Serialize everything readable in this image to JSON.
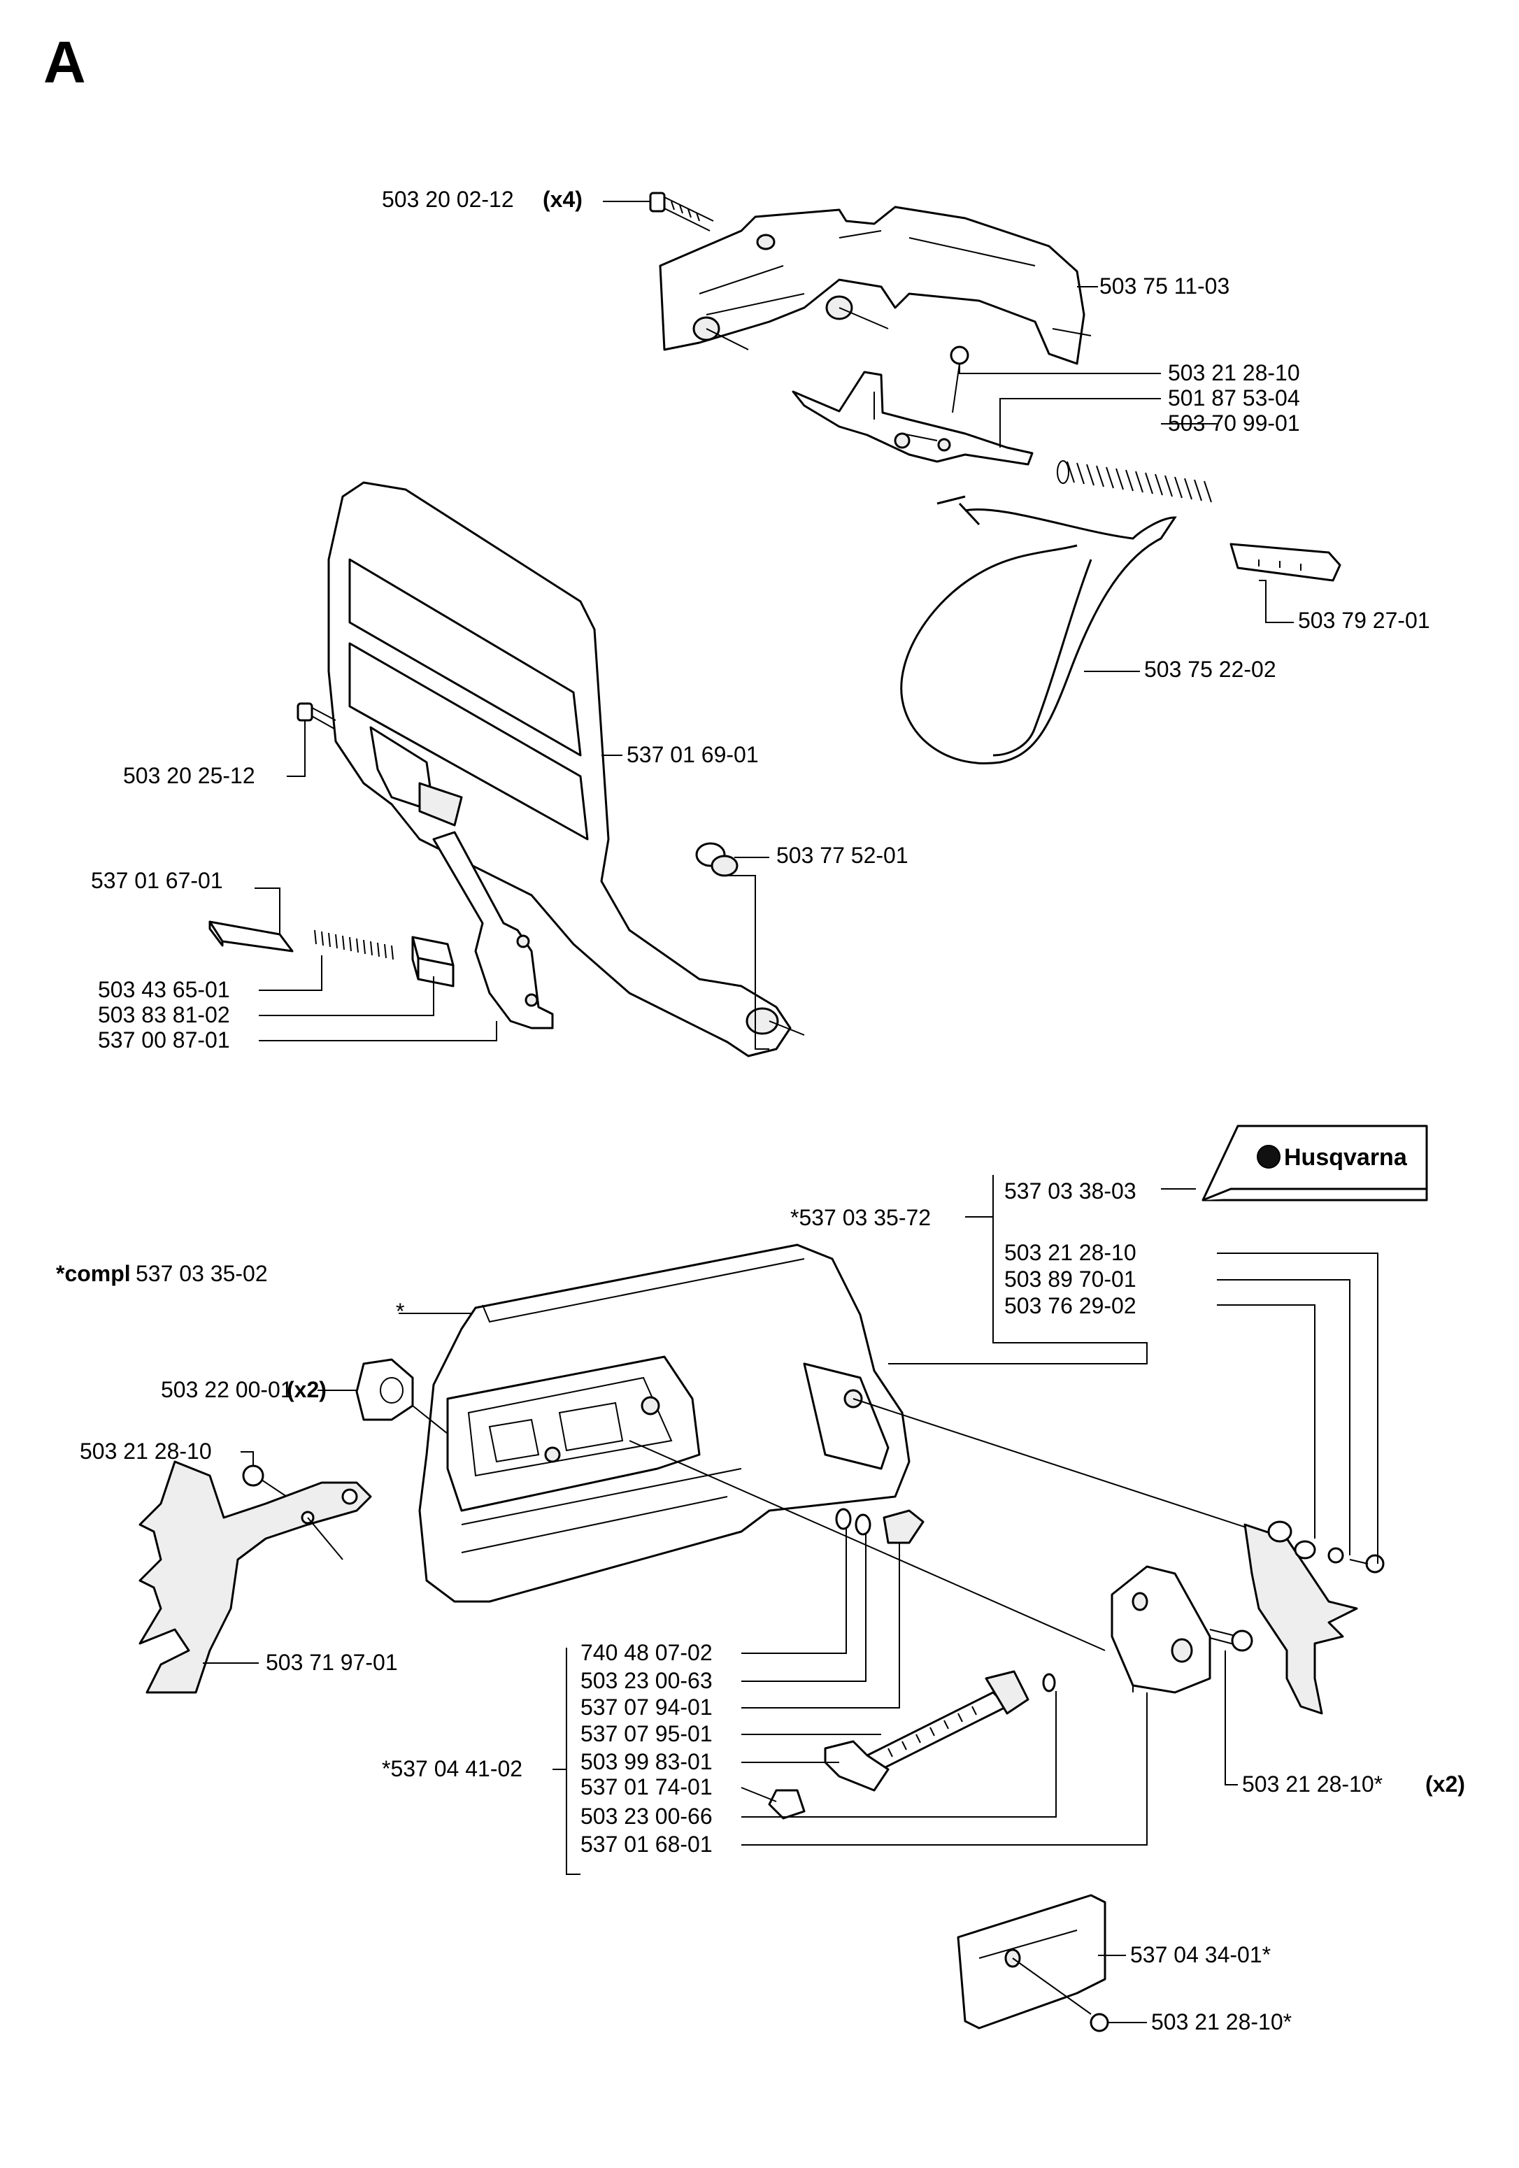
{
  "section_letter": "A",
  "logo_text": "Husqvarna",
  "top_labels": {
    "p1": "503 20 02-12",
    "p1_qty": "(x4)",
    "p2": "503 75 11-03",
    "p3": "503 21 28-10",
    "p4": "501 87 53-04",
    "p5": "503 70 99-01",
    "p6": "503 79 27-01",
    "p7": "503 75 22-02",
    "p8": "503 20 25-12",
    "p9": "537 01 69-01",
    "p10": "503 77 52-01",
    "p11": "537 01 67-01",
    "p12": "503 43 65-01",
    "p13": "503 83 81-02",
    "p14": "537 00 87-01"
  },
  "bottom_labels": {
    "b1": "537 03 38-03",
    "b2": "*537 03 35-72",
    "b3": "503 21 28-10",
    "b4": "503 89 70-01",
    "b5": "503 76 29-02",
    "compl_prefix": "*compl",
    "compl_number": "537 03 35-02",
    "star": "*",
    "b6": "503 22 00-01",
    "b6_qty": "(x2)",
    "b7": "503 21 28-10",
    "b8": "503 71 97-01",
    "kit": "*537 04 41-02",
    "k1": "740 48 07-02",
    "k2": "503 23 00-63",
    "k3": "537 07 94-01",
    "k4": "537 07 95-01",
    "k5": "503 99 83-01",
    "k6": "537 01 74-01",
    "k7": "503 23 00-66",
    "k8": "537 01 68-01",
    "b9": "503 21 28-10*",
    "b9_qty": "(x2)",
    "b10": "537 04 34-01*",
    "b11": "503 21 28-10*"
  }
}
